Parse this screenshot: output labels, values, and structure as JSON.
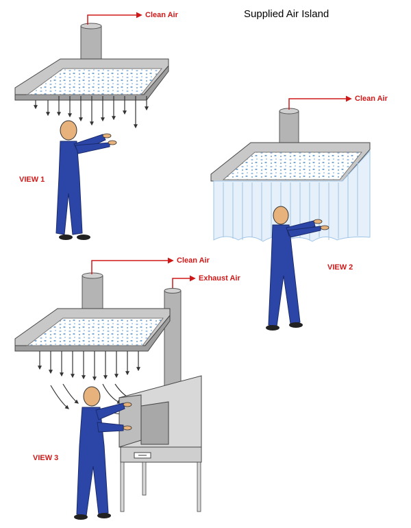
{
  "title": "Supplied Air Island",
  "labels": {
    "clean_air_1": "Clean Air",
    "clean_air_2": "Clean Air",
    "clean_air_3": "Clean Air",
    "exhaust_air": "Exhaust Air",
    "view_1": "VIEW 1",
    "view_2": "VIEW 2",
    "view_3": "VIEW 3"
  },
  "colors": {
    "label_red": "#d01818",
    "hood_grey": "#c8c8c8",
    "duct_grey": "#b4b4b4",
    "filter_blue": "#9fc4e6",
    "curtain_blue": "#cfe3f7",
    "coverall_blue": "#2c46a8",
    "skin": "#e8b27c"
  },
  "views": [
    {
      "name": "view-1",
      "icons": [
        "ceiling-hood-icon",
        "downflow-arrows-icon",
        "worker-icon"
      ]
    },
    {
      "name": "view-2",
      "icons": [
        "ceiling-hood-icon",
        "air-curtain-icon",
        "worker-icon"
      ]
    },
    {
      "name": "view-3",
      "icons": [
        "ceiling-hood-icon",
        "downflow-arrows-icon",
        "exhaust-duct-icon",
        "fume-booth-icon",
        "worker-icon"
      ]
    }
  ]
}
